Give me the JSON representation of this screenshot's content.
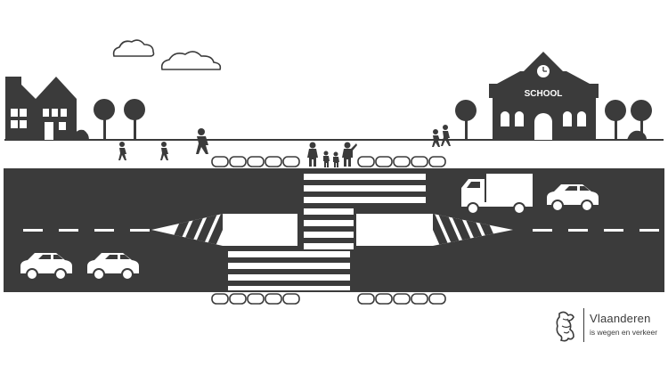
{
  "school": {
    "sign": "SCHOOL"
  },
  "logo": {
    "name": "Vlaanderen",
    "tagline": "is wegen en verkeer",
    "icon": "flemish-lion-icon"
  },
  "colors": {
    "road": "#3b3b3b",
    "marking": "#ffffff",
    "ink": "#3b3b3b"
  }
}
